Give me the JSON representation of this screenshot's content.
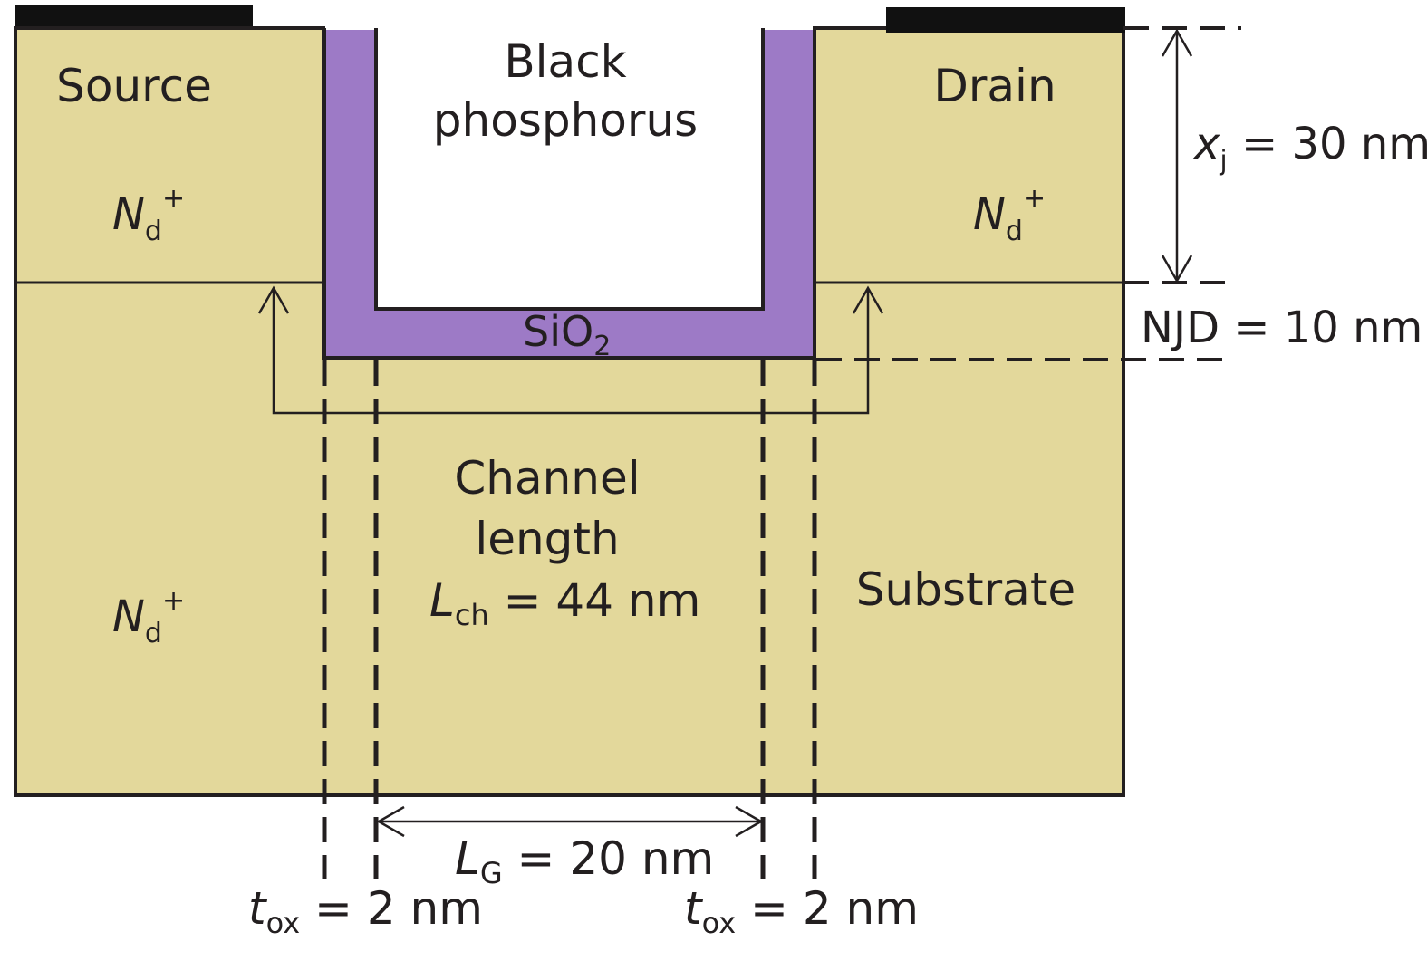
{
  "colors": {
    "silicon": "#e3d89b",
    "oxide": "#9d7ac6",
    "stroke": "#231f20",
    "contact": "#111111",
    "background": "#ffffff"
  },
  "labels": {
    "source": "Source",
    "drain": "Drain",
    "gate_material_line1": "Black",
    "gate_material_line2": "phosphorus",
    "oxide_base": "SiO",
    "oxide_sub": "2",
    "doping_base": "N",
    "doping_sub": "d",
    "doping_sup": "+",
    "substrate": "Substrate",
    "channel_line1": "Channel",
    "channel_line2": "length",
    "lch_base": "L",
    "lch_sub": "ch",
    "lch_value": " = 44 nm",
    "lg_base": "L",
    "lg_sub": "G",
    "lg_value": " = 20 nm",
    "tox_base": "t",
    "tox_sub": "ox",
    "tox_value": " = 2 nm",
    "xj_base": "x",
    "xj_sub": "j",
    "xj_value": " = 30 nm",
    "njd": "NJD = 10 nm"
  }
}
